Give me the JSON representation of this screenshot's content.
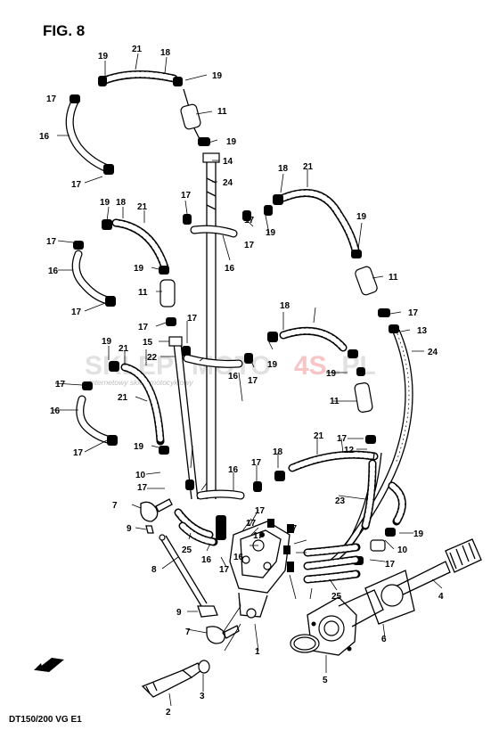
{
  "figure": {
    "title": "FIG. 8",
    "footer": "DT150/200  VG  E1"
  },
  "watermark": {
    "brand_a": "SKLEP",
    "brand_b": "MOTO",
    "brand_c": "4S",
    "brand_d": ".PL",
    "tagline": "internetowy sklep motocyklowy"
  },
  "callouts": [
    "19",
    "21",
    "18",
    "19",
    "17",
    "11",
    "16",
    "19",
    "17",
    "14",
    "24",
    "17",
    "19",
    "18",
    "21",
    "17",
    "17",
    "16",
    "16",
    "19",
    "11",
    "17",
    "17",
    "21",
    "18",
    "19",
    "19",
    "11",
    "17",
    "13",
    "24",
    "17",
    "15",
    "22",
    "19",
    "21",
    "18",
    "19",
    "17",
    "16",
    "17",
    "19",
    "16",
    "21",
    "17",
    "11",
    "19",
    "17",
    "12",
    "10",
    "18",
    "21",
    "17",
    "23",
    "7",
    "9",
    "17",
    "16",
    "25",
    "16",
    "17",
    "17",
    "17",
    "17",
    "16",
    "8",
    "17",
    "17",
    "25",
    "10",
    "17",
    "19",
    "4",
    "9",
    "7",
    "6",
    "1",
    "5",
    "3",
    "2"
  ]
}
